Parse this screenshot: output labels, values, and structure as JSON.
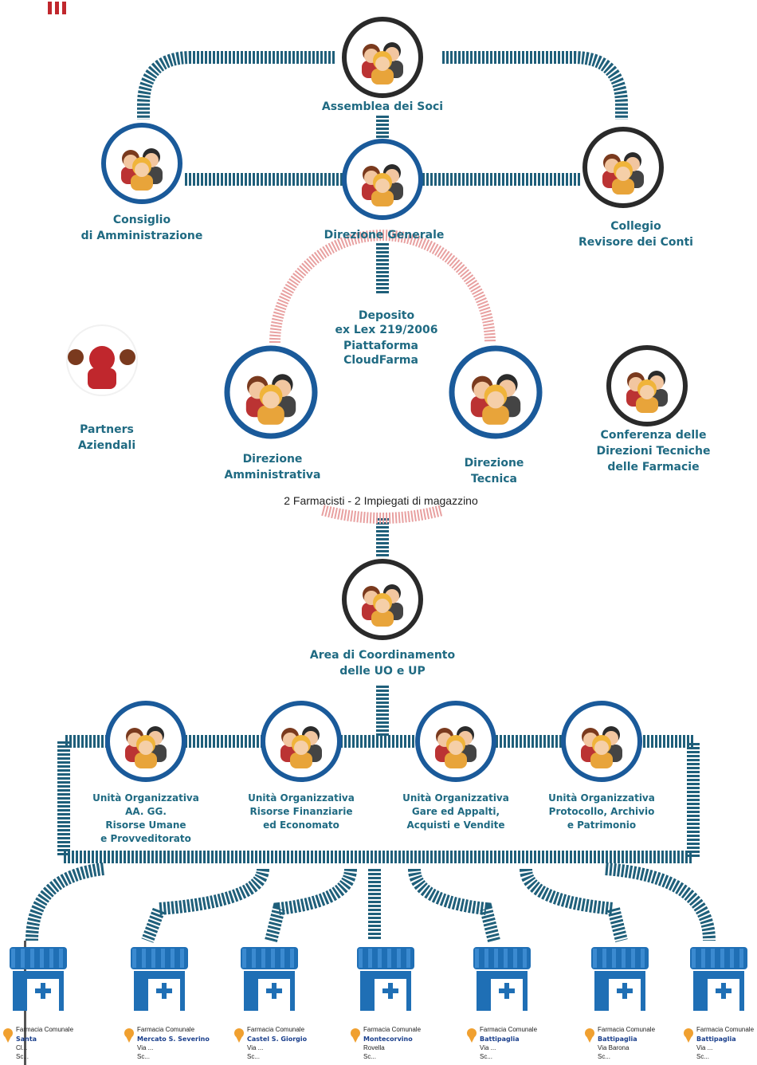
{
  "colors": {
    "connector": "#1f5f7a",
    "ring_blue": "#1a5a9a",
    "ring_dark": "#2a2a2a",
    "arc_red": "#e8a0a0",
    "label": "#1f6a82",
    "logo_red": "#c0272d",
    "pharmacy_blue": "#1f6fb5",
    "pin_orange": "#f0a030"
  },
  "nodes": {
    "assemblea": {
      "label": "Assemblea dei Soci"
    },
    "consiglio": {
      "label1": "Consiglio",
      "label2": "di Amministrazione"
    },
    "direzione_generale": {
      "label": "Direzione Generale"
    },
    "collegio": {
      "label1": "Collegio",
      "label2": "Revisore dei Conti"
    },
    "deposito": {
      "label1": "Deposito",
      "label2": "ex Lex 219/2006",
      "label3": "Piattaforma",
      "label4": "CloudFarma"
    },
    "partners": {
      "label1": "Partners",
      "label2": "Aziendali"
    },
    "dir_amministrativa": {
      "label1": "Direzione",
      "label2": "Amministrativa"
    },
    "dir_tecnica": {
      "label1": "Direzione",
      "label2": "Tecnica"
    },
    "conferenza": {
      "label1": "Conferenza delle",
      "label2": "Direzioni Tecniche",
      "label3": "delle Farmacie"
    },
    "staff_note": "2 Farmacisti - 2 Impiegati di magazzino",
    "area_coord": {
      "label1": "Area di Coordinamento",
      "label2": "delle UO e UP"
    }
  },
  "units": [
    {
      "l1": "Unità Organizzativa",
      "l2": "AA. GG.",
      "l3": "Risorse Umane",
      "l4": "e Provveditorato"
    },
    {
      "l1": "Unità Organizzativa",
      "l2": "Risorse Finanziarie",
      "l3": "ed Economato",
      "l4": ""
    },
    {
      "l1": "Unità Organizzativa",
      "l2": "Gare ed Appalti,",
      "l3": "Acquisti e Vendite",
      "l4": ""
    },
    {
      "l1": "Unità Organizzativa",
      "l2": "Protocollo, Archivio",
      "l3": "e Patrimonio",
      "l4": ""
    }
  ],
  "pharmacies": [
    {
      "l1": "Farmacia Comunale",
      "l2": "Santa",
      "l3": "Cl...",
      "l4": "Sc..."
    },
    {
      "l1": "Farmacia Comunale",
      "l2": "Mercato S. Severino",
      "l3": "Via ...",
      "l4": "Sc..."
    },
    {
      "l1": "Farmacia Comunale",
      "l2": "Castel S. Giorgio",
      "l3": "Via ...",
      "l4": "Sc..."
    },
    {
      "l1": "Farmacia Comunale",
      "l2": "Montecorvino",
      "l3": "Rovella",
      "l4": "Sc..."
    },
    {
      "l1": "Farmacia Comunale",
      "l2": "Battipaglia",
      "l3": "Via ...",
      "l4": "Sc..."
    },
    {
      "l1": "Farmacia Comunale",
      "l2": "Battipaglia",
      "l3": "Via Barona",
      "l4": "Sc..."
    },
    {
      "l1": "Farmacia Comunale",
      "l2": "Battipaglia",
      "l3": "Via ...",
      "l4": "Sc..."
    }
  ]
}
